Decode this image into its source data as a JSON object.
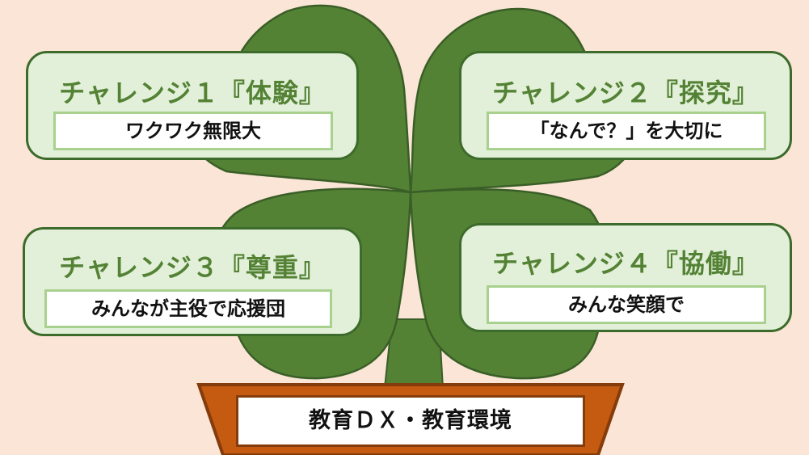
{
  "colors": {
    "background": "#fbe5d6",
    "leaf": "#548235",
    "leaf_outline": "#3a5e27",
    "card_fill": "#e2f0d9",
    "card_border": "#3d6b2b",
    "title_text": "#548235",
    "subtitle_border": "#a9d18e",
    "pot": "#c55a11",
    "pot_outline": "#843c0c"
  },
  "challenges": [
    {
      "title": "チャレンジ１『体験』",
      "subtitle": "ワクワク無限大"
    },
    {
      "title": "チャレンジ２『探究』",
      "subtitle": "「なんで？」を大切に"
    },
    {
      "title": "チャレンジ３『尊重』",
      "subtitle": "みんなが主役で応援団"
    },
    {
      "title": "チャレンジ４『協働』",
      "subtitle": "みんな笑顔で"
    }
  ],
  "pot": {
    "label": "教育ＤＸ・教育環境"
  }
}
